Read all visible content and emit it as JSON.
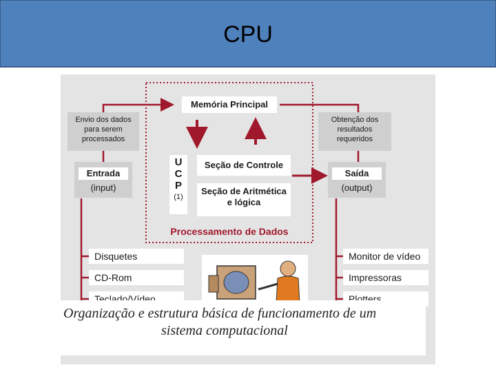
{
  "title": "CPU",
  "diagram": {
    "memoria_principal": "Memória Principal",
    "envio": [
      "Envio dos dados",
      "para serem",
      "processados"
    ],
    "obtencao": [
      "Obtenção dos",
      "resultados",
      "requeridos"
    ],
    "entrada": {
      "label": "Entrada",
      "sub": "(input)"
    },
    "saida": {
      "label": "Saída",
      "sub": "(output)"
    },
    "ucp": [
      "U",
      "C",
      "P",
      "(1)"
    ],
    "secao_controle": "Seção de Controle",
    "secao_aritmetica": [
      "Seção de Aritmética",
      "e lógica"
    ],
    "processamento": "Processamento de Dados",
    "input_devices": [
      "Disquetes",
      "CD-Rom",
      "Teclado/Vídeo"
    ],
    "output_devices": [
      "Monitor de vídeo",
      "Impressoras",
      "Plotters"
    ]
  },
  "caption": [
    "Organização e estrutura básica de funcionamento de um",
    "sistema computacional"
  ],
  "colors": {
    "header": "#4f81bd",
    "accent": "#a0182c",
    "diagram_bg": "#e4e4e4",
    "gray_box": "#cfcfcf"
  }
}
